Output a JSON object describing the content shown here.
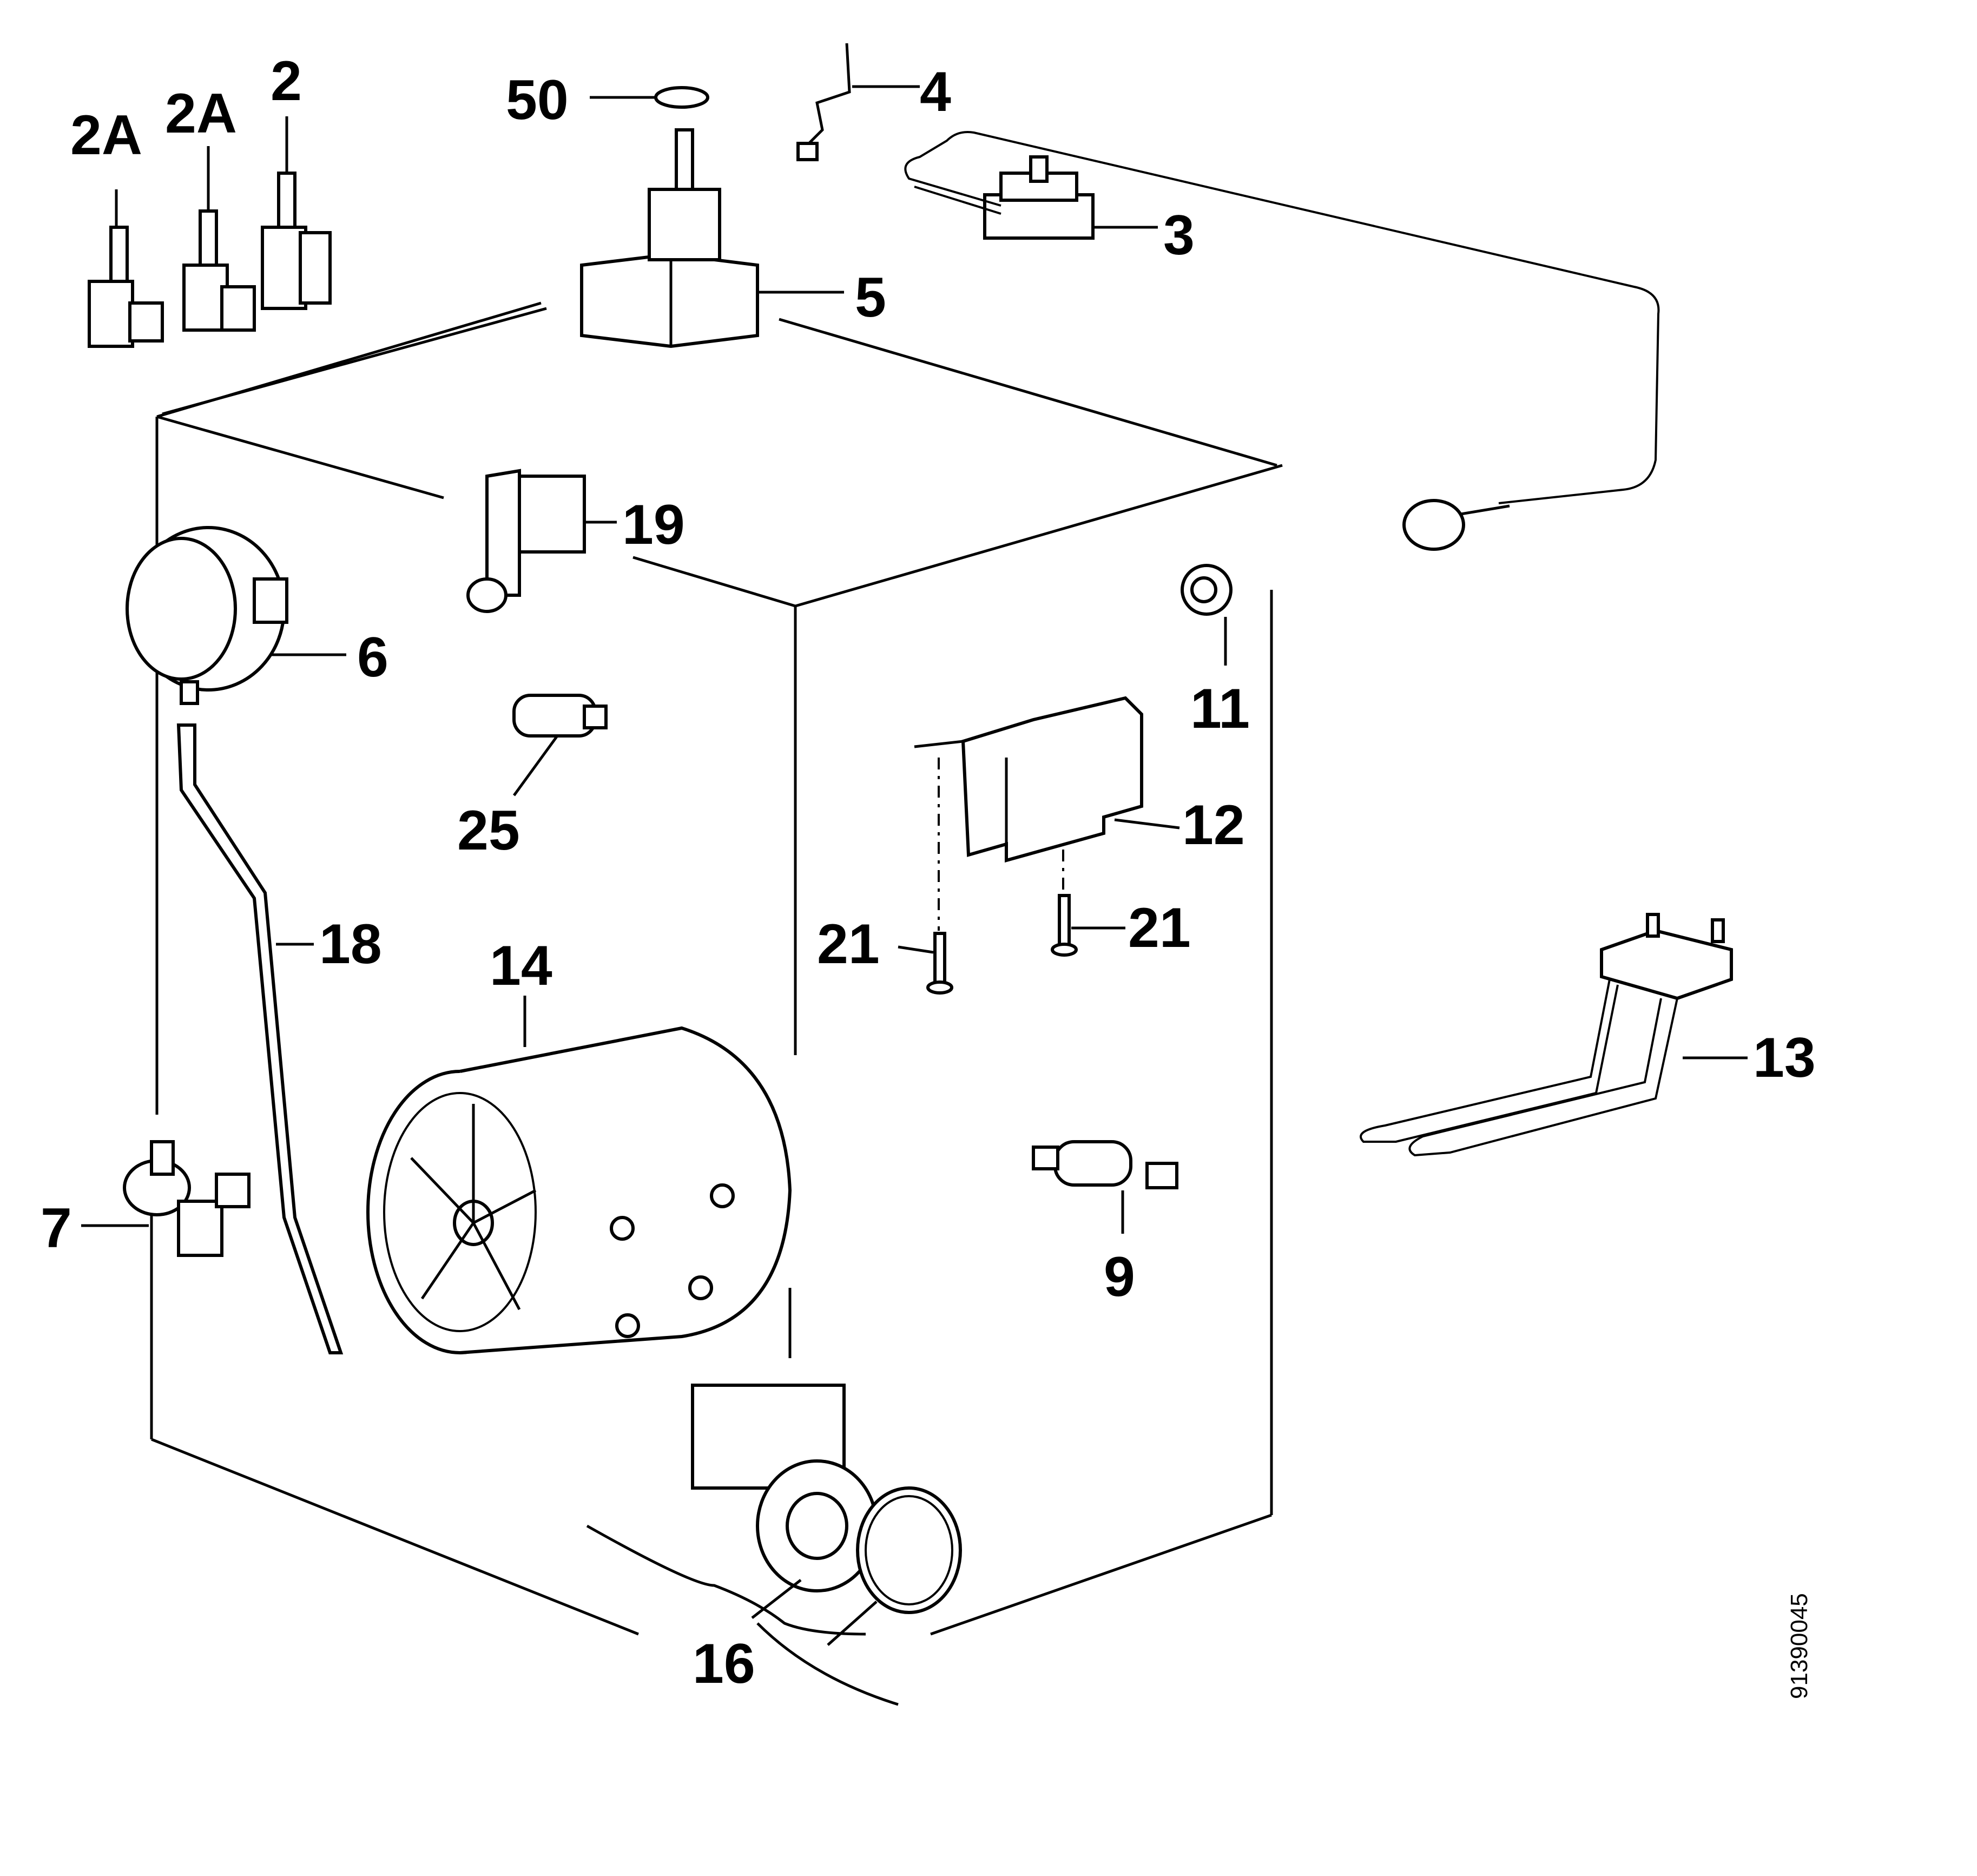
{
  "drawing_number": "91390045",
  "labels": {
    "p2a_left": "2A",
    "p2a_mid": "2A",
    "p2": "2",
    "p50": "50",
    "p4": "4",
    "p3": "3",
    "p5": "5",
    "p19": "19",
    "p6": "6",
    "p11": "11",
    "p25": "25",
    "p12": "12",
    "p18": "18",
    "p14": "14",
    "p21_left": "21",
    "p21_right": "21",
    "p13": "13",
    "p7": "7",
    "p9": "9",
    "p16": "16"
  }
}
